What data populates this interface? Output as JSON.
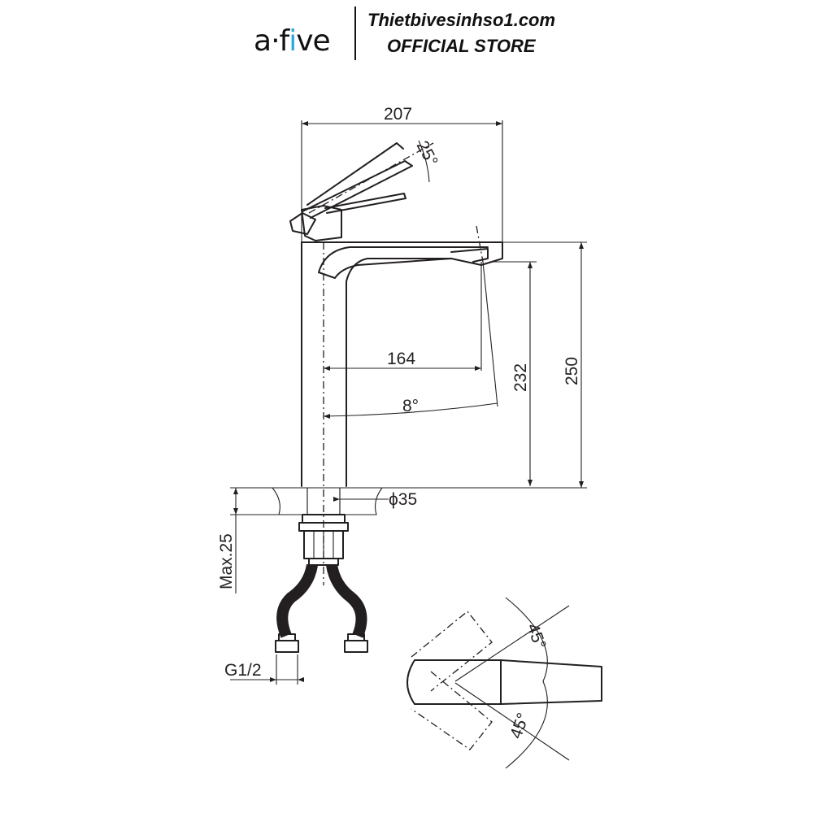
{
  "header": {
    "logo_prefix": "a",
    "logo_dot": "·",
    "logo_f": "f",
    "logo_i": "i",
    "logo_suffix": "ve",
    "website": "Thietbivesinhso1.com",
    "store_label": "OFFICIAL STORE"
  },
  "colors": {
    "accent": "#2aa7e0",
    "line": "#231f20"
  },
  "dimensions": {
    "width": "207",
    "handle_angle": "25°",
    "spout_reach": "164",
    "spout_height": "232",
    "total_height": "250",
    "spout_angle": "8°",
    "hole_diameter": "ϕ35",
    "max_thickness": "Max.25",
    "thread": "G1/2",
    "top_angle_upper": "45°",
    "top_angle_lower": "45°"
  }
}
